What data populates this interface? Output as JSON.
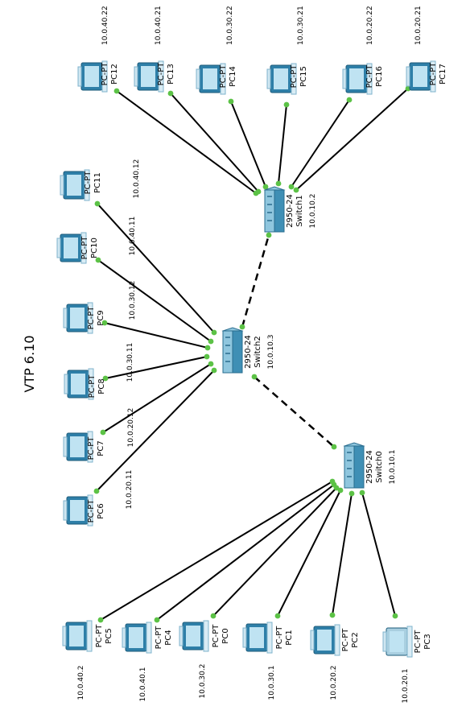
{
  "title": "VTP 6.10",
  "switches": [
    {
      "id": "switch1",
      "model": "2950-24",
      "name": "Switch1",
      "ip": "10.0.10.2"
    },
    {
      "id": "switch2",
      "model": "2950-24",
      "name": "Switch2",
      "ip": "10.0.10.3"
    },
    {
      "id": "switch0",
      "model": "2950-24",
      "name": "Switch0",
      "ip": "10.0.10.1"
    }
  ],
  "pcs": [
    {
      "id": "pc12",
      "type": "PC-PT",
      "name": "PC12",
      "ip": "10.0.40.22",
      "switch": "switch1"
    },
    {
      "id": "pc13",
      "type": "PC-PT",
      "name": "PC13",
      "ip": "10.0.40.21",
      "switch": "switch1"
    },
    {
      "id": "pc14",
      "type": "PC-PT",
      "name": "PC14",
      "ip": "10.0.30.22",
      "switch": "switch1"
    },
    {
      "id": "pc15",
      "type": "PC-PT",
      "name": "PC15",
      "ip": "10.0.30.21",
      "switch": "switch1"
    },
    {
      "id": "pc16",
      "type": "PC-PT",
      "name": "PC16",
      "ip": "10.0.20.22",
      "switch": "switch1"
    },
    {
      "id": "pc17",
      "type": "PC-PT",
      "name": "PC17",
      "ip": "10.0.20.21",
      "switch": "switch1"
    },
    {
      "id": "pc11",
      "type": "PC-PT",
      "name": "PC11",
      "ip": "10.0.40.12",
      "switch": "switch2"
    },
    {
      "id": "pc10",
      "type": "PC-PT",
      "name": "PC10",
      "ip": "10.0.40.11",
      "switch": "switch2"
    },
    {
      "id": "pc9",
      "type": "PC-PT",
      "name": "PC9",
      "ip": "10.0.30.12",
      "switch": "switch2"
    },
    {
      "id": "pc8",
      "type": "PC-PT",
      "name": "PC8",
      "ip": "10.0.30.11",
      "switch": "switch2"
    },
    {
      "id": "pc7",
      "type": "PC-PT",
      "name": "PC7",
      "ip": "10.0.20.12",
      "switch": "switch2"
    },
    {
      "id": "pc6",
      "type": "PC-PT",
      "name": "PC6",
      "ip": "10.0.20.11",
      "switch": "switch2"
    },
    {
      "id": "pc5",
      "type": "PC-PT",
      "name": "PC5",
      "ip": "10.0.40.2",
      "switch": "switch0"
    },
    {
      "id": "pc4",
      "type": "PC-PT",
      "name": "PC4",
      "ip": "10.0.40.1",
      "switch": "switch0"
    },
    {
      "id": "pc0",
      "type": "PC-PT",
      "name": "PC0",
      "ip": "10.0.30.2",
      "switch": "switch0"
    },
    {
      "id": "pc1",
      "type": "PC-PT",
      "name": "PC1",
      "ip": "10.0.30.1",
      "switch": "switch0"
    },
    {
      "id": "pc2",
      "type": "PC-PT",
      "name": "PC2",
      "ip": "10.0.20.2",
      "switch": "switch0"
    },
    {
      "id": "pc3",
      "type": "PC-PT",
      "name": "PC3",
      "ip": "10.0.20.1",
      "switch": "switch0",
      "faded": true
    }
  ],
  "trunks": [
    {
      "from": "switch2",
      "to": "switch1"
    },
    {
      "from": "switch2",
      "to": "switch0"
    }
  ],
  "colors": {
    "link": "#000000",
    "port": "#5cc246",
    "pc_body": "#2e7fa8",
    "pc_screen": "#bfe3f2",
    "pc_faded_body": "#a9cfe0",
    "switch_body": "#3f8fb5",
    "switch_top": "#8fc6de"
  }
}
